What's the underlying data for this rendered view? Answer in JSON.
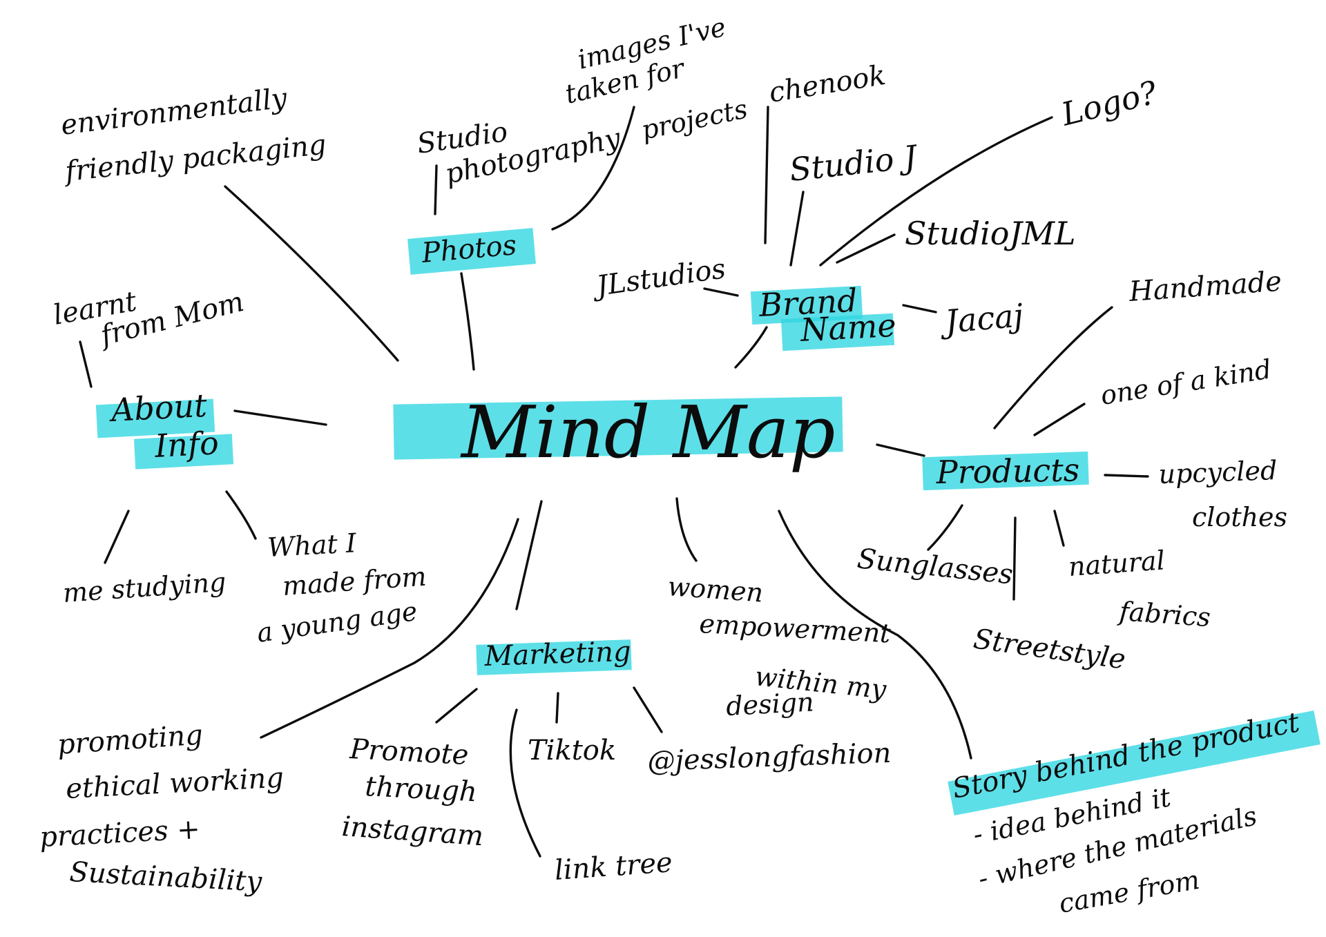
{
  "center": {
    "title": "Mind Map"
  },
  "nodes": {
    "photos": "Photos",
    "brand_name": [
      "Brand",
      "Name"
    ],
    "about_info": [
      "About",
      "Info"
    ],
    "products": "Products",
    "marketing": "Marketing",
    "story": "Story behind the product"
  },
  "leaves": {
    "packaging": [
      "environmentally",
      "friendly packaging"
    ],
    "studio_photography": [
      "Studio",
      "photography"
    ],
    "images_taken": [
      "images I've",
      "taken for",
      "projects"
    ],
    "chenook": "chenook",
    "studio_j": "Studio J",
    "logo": "Logo?",
    "studio_jml": "StudioJML",
    "jlstudios": "JLstudios",
    "jacaj": "Jacaj",
    "learnt_from_mom": [
      "learnt",
      "from Mom"
    ],
    "me_studying": "me studying",
    "what_i_made": [
      "What I",
      "made from",
      "a young age"
    ],
    "handmade": "Handmade",
    "one_of_a_kind": "one of a kind",
    "upcycled": [
      "upcycled",
      "clothes"
    ],
    "sunglasses": "Sunglasses",
    "streetstyle": "Streetstyle",
    "natural_fabrics": [
      "natural",
      "fabrics"
    ],
    "women_empowerment": [
      "women",
      "empowerment",
      "within my",
      "design"
    ],
    "promoting_ethical": [
      "promoting",
      "ethical working",
      "practices +",
      "Sustainability"
    ],
    "promote_instagram": [
      "Promote",
      "through",
      "instagram"
    ],
    "tiktok": "Tiktok",
    "jesslong": "@jesslongfashion",
    "link_tree": "link tree",
    "idea_behind": "- idea behind it",
    "where_materials": [
      "- where the materials",
      "came from"
    ]
  },
  "colors": {
    "highlight": "#2fd6e2",
    "ink": "#0c0c0c",
    "background": "#ffffff"
  }
}
